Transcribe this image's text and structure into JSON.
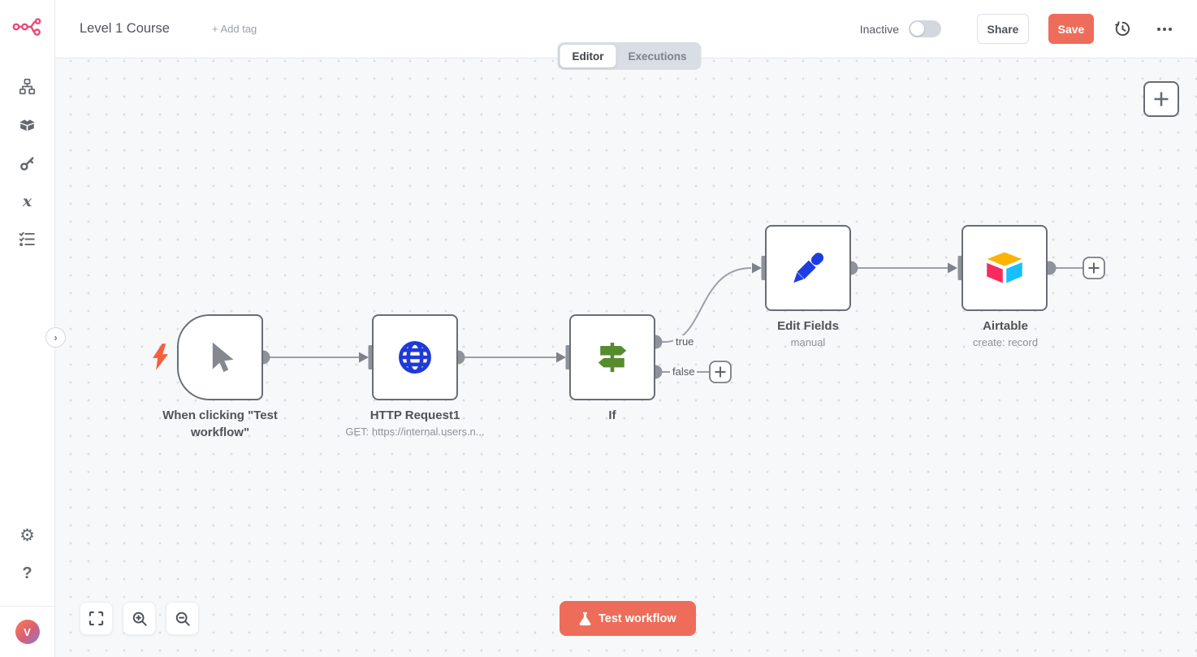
{
  "brand": {
    "accent_color": "#ed6d5a",
    "logo_color": "#e94a74"
  },
  "header": {
    "title": "Level 1 Course",
    "add_tag_label": "+ Add tag",
    "status_label": "Inactive",
    "status_on": false,
    "share_label": "Share",
    "save_label": "Save",
    "icons": [
      "history-icon",
      "ellipsis-icon"
    ]
  },
  "tabs": {
    "editor": "Editor",
    "executions": "Executions",
    "active": "Editor"
  },
  "sidebar": {
    "items": [
      {
        "id": "workflows",
        "icon": "workflow-icon"
      },
      {
        "id": "templates",
        "icon": "templates-icon"
      },
      {
        "id": "credentials",
        "icon": "key-icon"
      },
      {
        "id": "variables",
        "icon": "variables-icon"
      },
      {
        "id": "executions",
        "icon": "executions-list-icon"
      }
    ],
    "bottom_items": [
      {
        "id": "settings",
        "icon": "gear-icon",
        "glyph": "⚙"
      },
      {
        "id": "help",
        "icon": "help-icon",
        "glyph": "?"
      }
    ],
    "avatar_initial": "V"
  },
  "workflow": {
    "nodes": [
      {
        "id": "manual-trigger",
        "label": "When clicking \"Test workflow\"",
        "subtitle": "",
        "icon": "cursor-icon",
        "trigger": true
      },
      {
        "id": "http-request",
        "label": "HTTP Request1",
        "subtitle": "GET: https://internal.users.n...",
        "icon": "globe-icon"
      },
      {
        "id": "if",
        "label": "If",
        "subtitle": "",
        "icon": "signpost-icon",
        "outputs": [
          "true",
          "false"
        ]
      },
      {
        "id": "edit-fields",
        "label": "Edit Fields",
        "subtitle": "manual",
        "icon": "pencil-icon"
      },
      {
        "id": "airtable",
        "label": "Airtable",
        "subtitle": "create: record",
        "icon": "airtable-icon"
      }
    ],
    "connections": [
      "manual-trigger → http-request",
      "http-request → if",
      "if.true → edit-fields",
      "if.false → (add node)",
      "edit-fields → airtable",
      "airtable → (add node)"
    ],
    "test_button_label": "Test workflow"
  },
  "canvas_controls": [
    "fit-view",
    "zoom-in",
    "zoom-out",
    "add-node"
  ],
  "node_colors": {
    "icon_grey": "#84888f",
    "http_blue": "#1f3ad6",
    "if_green": "#568c2f",
    "pencil_blue": "#1d3de0",
    "bolt_orange": "#f4603d",
    "airtable_yellow": "#fcb400",
    "airtable_blue": "#18bfff",
    "airtable_red": "#f82b60"
  }
}
